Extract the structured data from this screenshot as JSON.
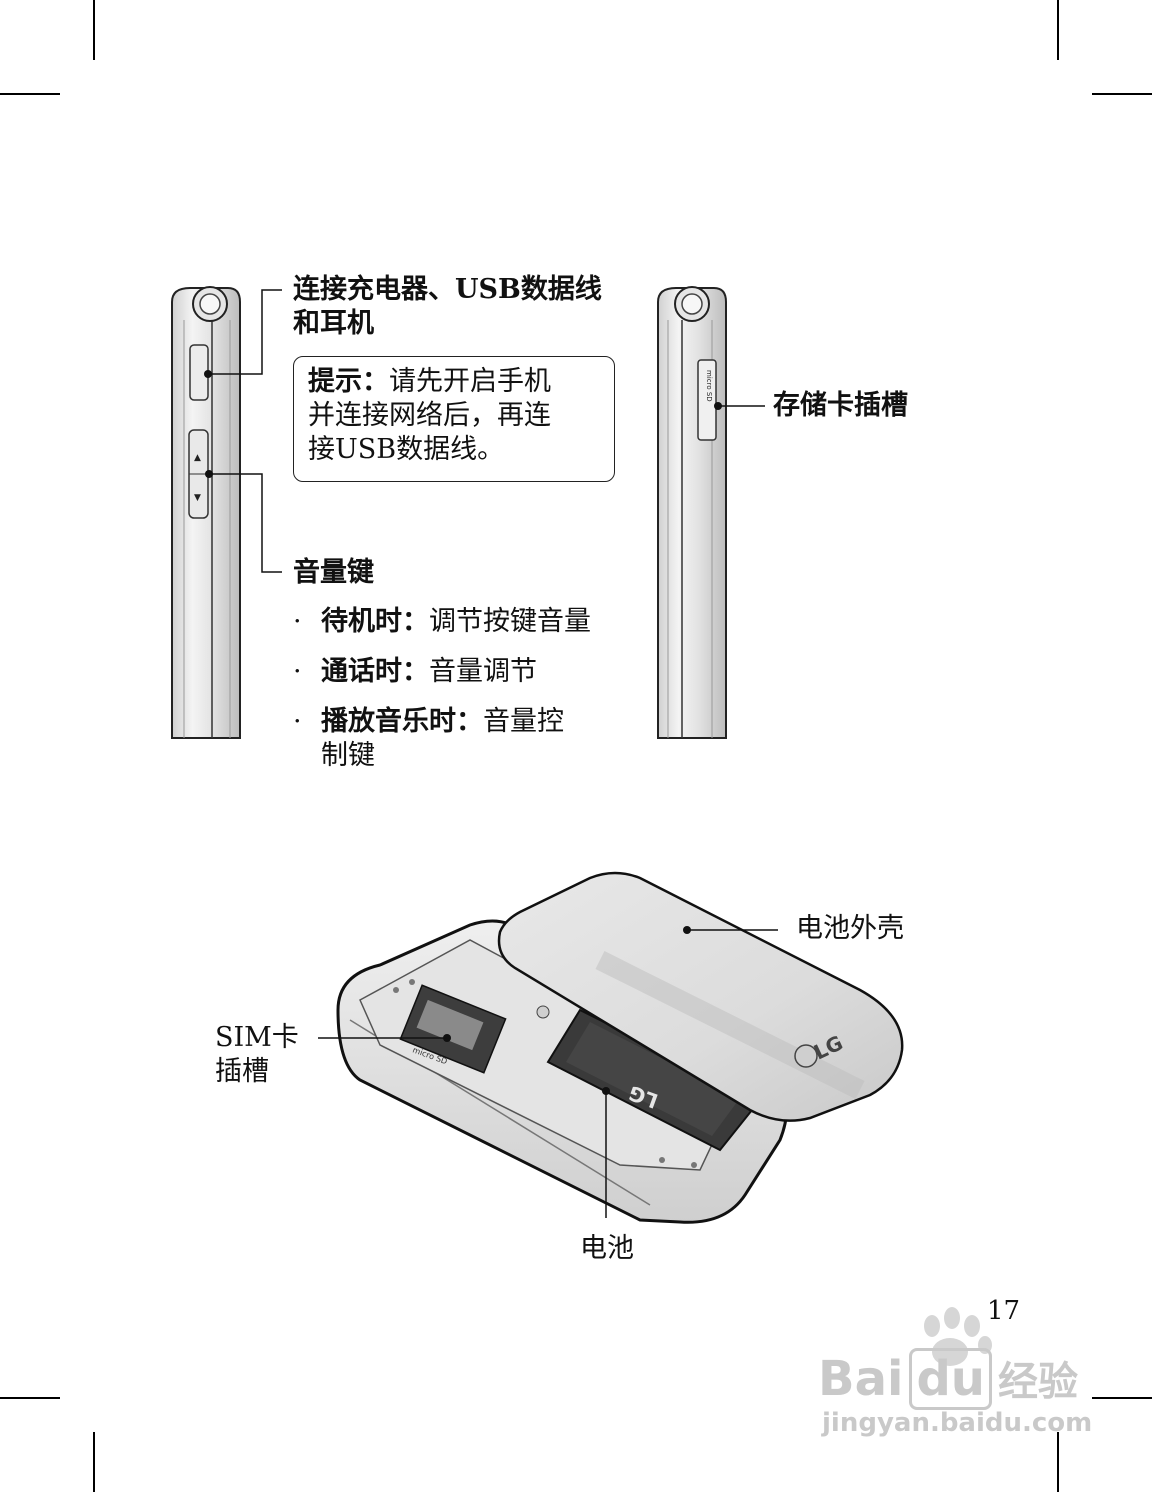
{
  "labels": {
    "charger_port_line1": "连接充电器、USB数据线",
    "charger_port_line2": "和耳机",
    "tip_title": "提示：",
    "tip_body": "请先开启手机\n并连接网络后，再连\n接USB数据线。",
    "volume_key": "音量键",
    "bullets": [
      {
        "term": "待机时：",
        "text": "调节按键音量",
        "cont": ""
      },
      {
        "term": "通话时：",
        "text": "音量调节",
        "cont": ""
      },
      {
        "term": "播放音乐时：",
        "text": "音量控",
        "cont": "制键"
      }
    ],
    "bullet_mark": "·",
    "memory_slot": "存储卡插槽",
    "battery_cover": "电池外壳",
    "sim_slot_line1": "SIM卡",
    "sim_slot_line2": "插槽",
    "battery": "电池"
  },
  "device_marks": {
    "micro_sd": "micro SD",
    "logo": "LG"
  },
  "page_number": "17",
  "watermark": {
    "brand_a": "Bai",
    "brand_b": "du",
    "brand_c": "经验",
    "url": "jingyan.baidu.com"
  }
}
